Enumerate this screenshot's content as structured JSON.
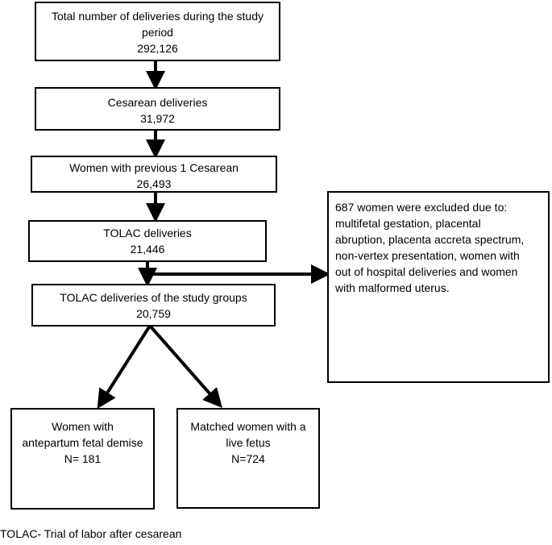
{
  "boxes": {
    "total": {
      "lines": [
        "Total number of deliveries during the study",
        "period",
        "292,126"
      ]
    },
    "cesarean": {
      "lines": [
        "Cesarean deliveries",
        "31,972"
      ]
    },
    "previous": {
      "lines": [
        "Women with previous 1 Cesarean",
        "26,493"
      ]
    },
    "tolac": {
      "lines": [
        "TOLAC deliveries",
        "21,446"
      ]
    },
    "study_groups": {
      "lines": [
        "TOLAC deliveries of the study groups",
        "20,759"
      ]
    },
    "excluded": {
      "lines": [
        "687 women were excluded due to:",
        "multifetal gestation, placental",
        "abruption, placenta accreta spectrum,",
        "non-vertex presentation, women with",
        "out of hospital deliveries and women",
        "with malformed uterus."
      ]
    },
    "demise": {
      "lines": [
        "Women with",
        "antepartum fetal demise",
        "N= 181"
      ]
    },
    "matched": {
      "lines": [
        "Matched women with a",
        "live fetus",
        "N=724"
      ]
    }
  },
  "footnote": "TOLAC- Trial of labor after cesarean"
}
